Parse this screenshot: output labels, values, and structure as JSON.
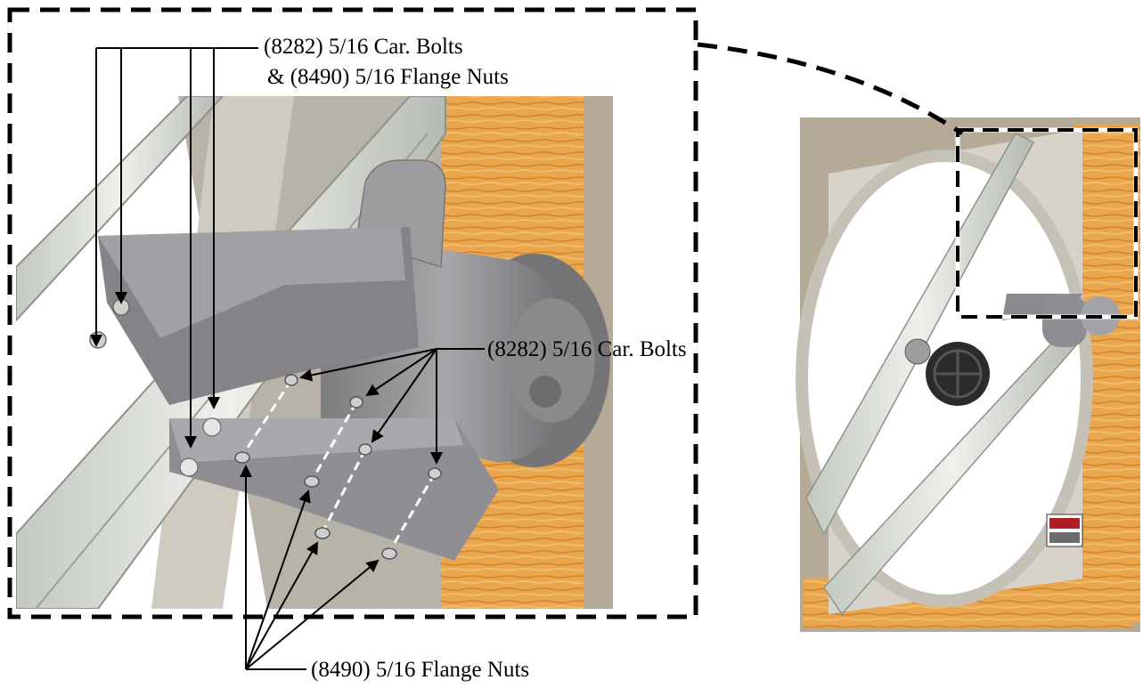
{
  "callouts": {
    "top_line1": "(8282) 5/16 Car. Bolts",
    "top_line2": "& (8490) 5/16 Flange Nuts",
    "middle": "(8282) 5/16 Car. Bolts",
    "bottom": "(8490) 5/16 Flange Nuts"
  },
  "colors": {
    "wood": "#e9a44a",
    "wood_grain": "#d7862e",
    "wall": "#b5aa97",
    "housing": "#c9c3b4",
    "rail": "#d9ddd6",
    "motor": "#8c8c8f",
    "bracket": "#939396",
    "wheel": "#2b2b2b"
  }
}
